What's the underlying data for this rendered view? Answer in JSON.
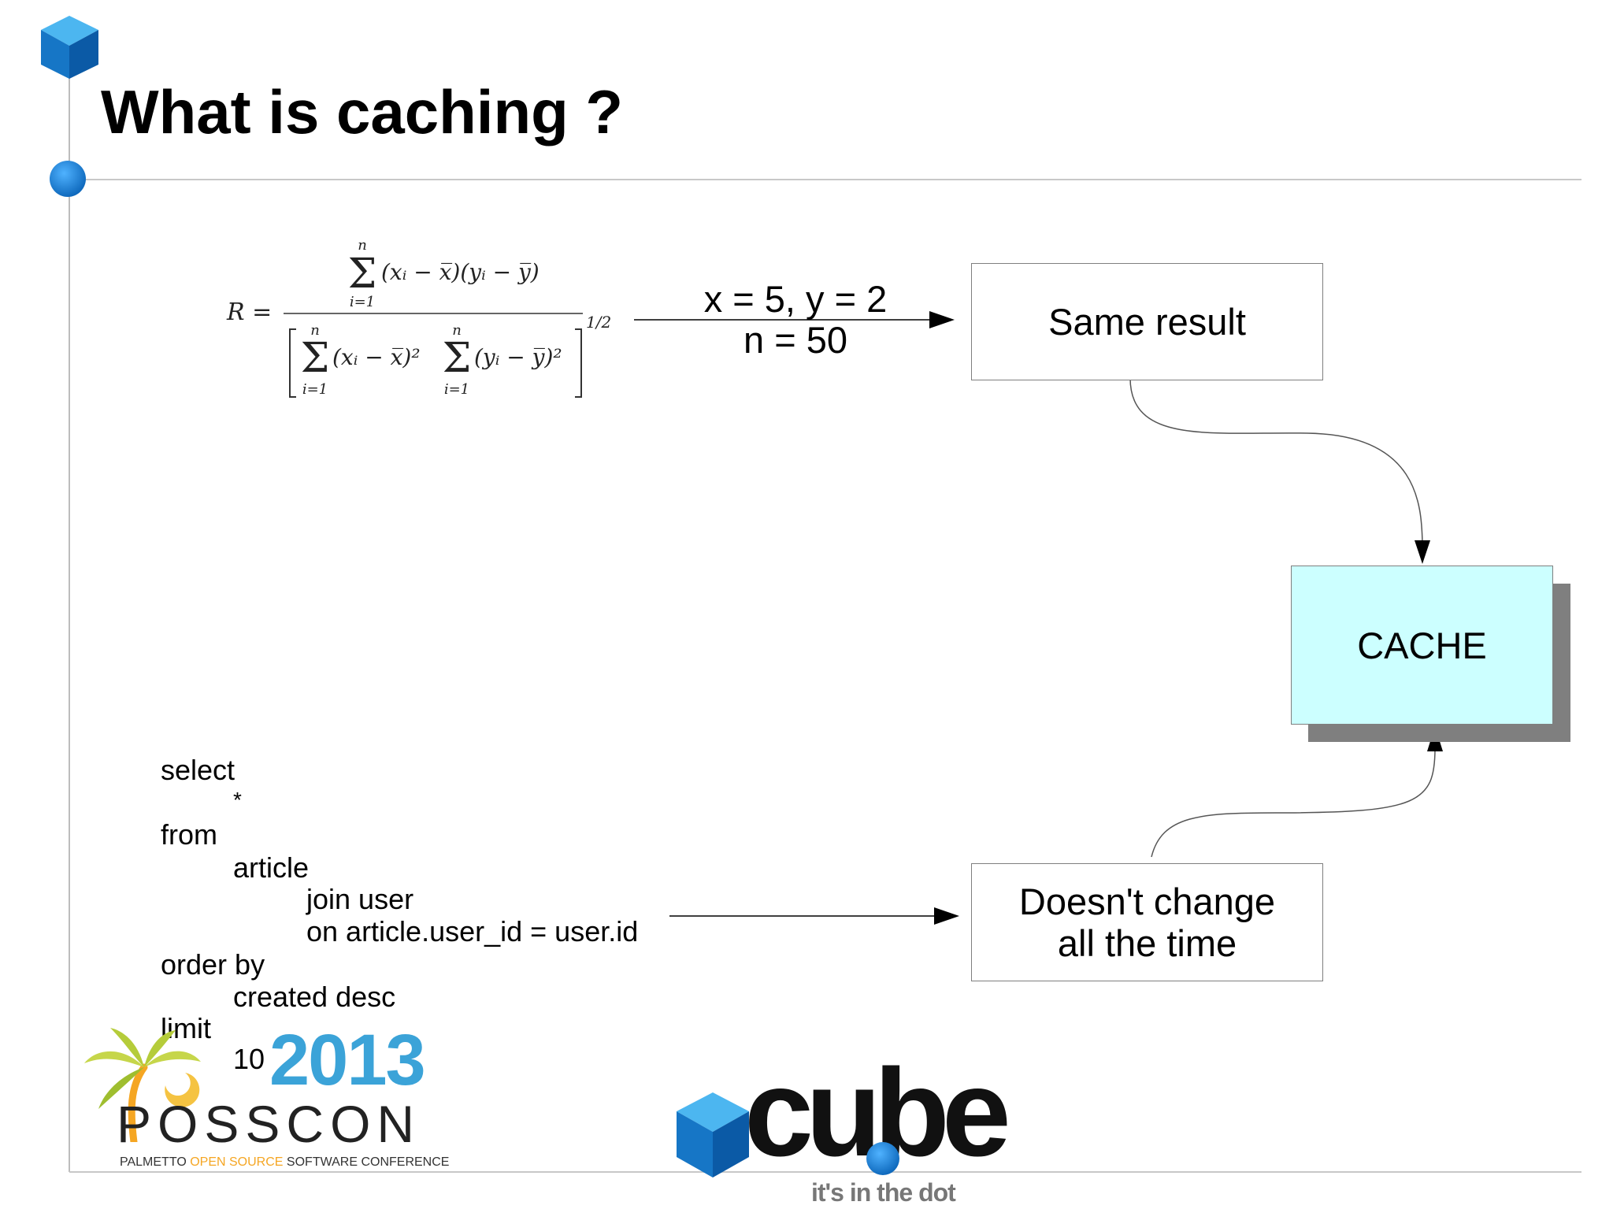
{
  "title": "What is caching ?",
  "boxes": {
    "same_result": "Same result",
    "cache": "CACHE",
    "doesnt_change": "Doesn't change\nall the time"
  },
  "params": {
    "line1": "x = 5, y = 2",
    "line2": "n = 50"
  },
  "formula": {
    "lhs": "R =",
    "numerator": "(xᵢ − x̅)(yᵢ − y̅)",
    "denominator_left": "(xᵢ − x̅)²",
    "denominator_right": "(yᵢ − y̅)²",
    "sigma_upper": "n",
    "sigma_lower": "i=1",
    "exponent": "1/2"
  },
  "sql": {
    "select": "select",
    "star": "*",
    "from": "from",
    "article": "article",
    "join": "join user",
    "on": "on article.user_id = user.id",
    "order_by": "order by",
    "created": "created desc",
    "limit": "limit",
    "limit_value": "10"
  },
  "logos": {
    "posscon_year": "2013",
    "posscon_name": "POSSCON",
    "posscon_tagline_part1": "PALMETTO",
    "posscon_tagline_part2": "OPEN SOURCE",
    "posscon_tagline_part3": "SOFTWARE CONFERENCE",
    "cube_name": "cube",
    "cube_tagline": "it's in the dot"
  },
  "colors": {
    "accent_blue": "#1a7fd4",
    "cache_fill": "#ccffff",
    "posscon_year": "#3ba3d8",
    "posscon_orange": "#f5a623"
  }
}
